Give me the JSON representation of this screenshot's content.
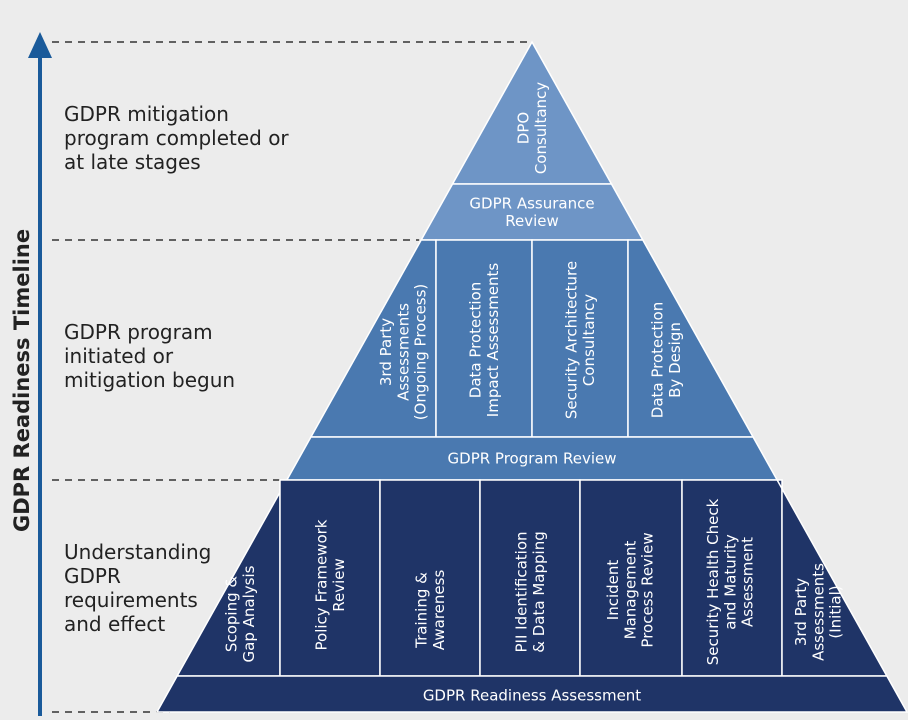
{
  "colors": {
    "background": "#ececec",
    "tier_top": "#6e95c6",
    "tier_middle": "#4a79b0",
    "tier_bottom": "#1f3467",
    "axis_arrow": "#1a5a9a",
    "divider": "#333333"
  },
  "axis": {
    "label": "GDPR Readiness Timeline",
    "icon": "arrow-up-icon"
  },
  "stages": [
    {
      "text": "GDPR mitigation\nprogram completed or\nat late stages"
    },
    {
      "text": "GDPR program\ninitiated or\nmitigation begun"
    },
    {
      "text": "Understanding\nGDPR\nrequirements\nand effect"
    }
  ],
  "pyramid": {
    "top": {
      "apex": "DPO\nConsultancy",
      "band": "GDPR Assurance\nReview"
    },
    "middle": {
      "columns": [
        "3rd Party\nAssessments\n(Ongoing Process)",
        "Data Protection\nImpact Assessments",
        "Security Architecture\nConsultancy",
        "Data Protection\nBy Design"
      ],
      "band": "GDPR Program Review"
    },
    "bottom": {
      "columns": [
        "Scoping &\nGap Analysis",
        "Policy Framework\nReview",
        "Training &\nAwareness",
        "PII Identification\n& Data Mapping",
        "Incident\nManagement\nProcess Review",
        "Security Health Check\nand Maturity\nAssessment",
        "3rd Party\nAssessments\n(Initial)"
      ],
      "band": "GDPR Readiness Assessment"
    }
  }
}
